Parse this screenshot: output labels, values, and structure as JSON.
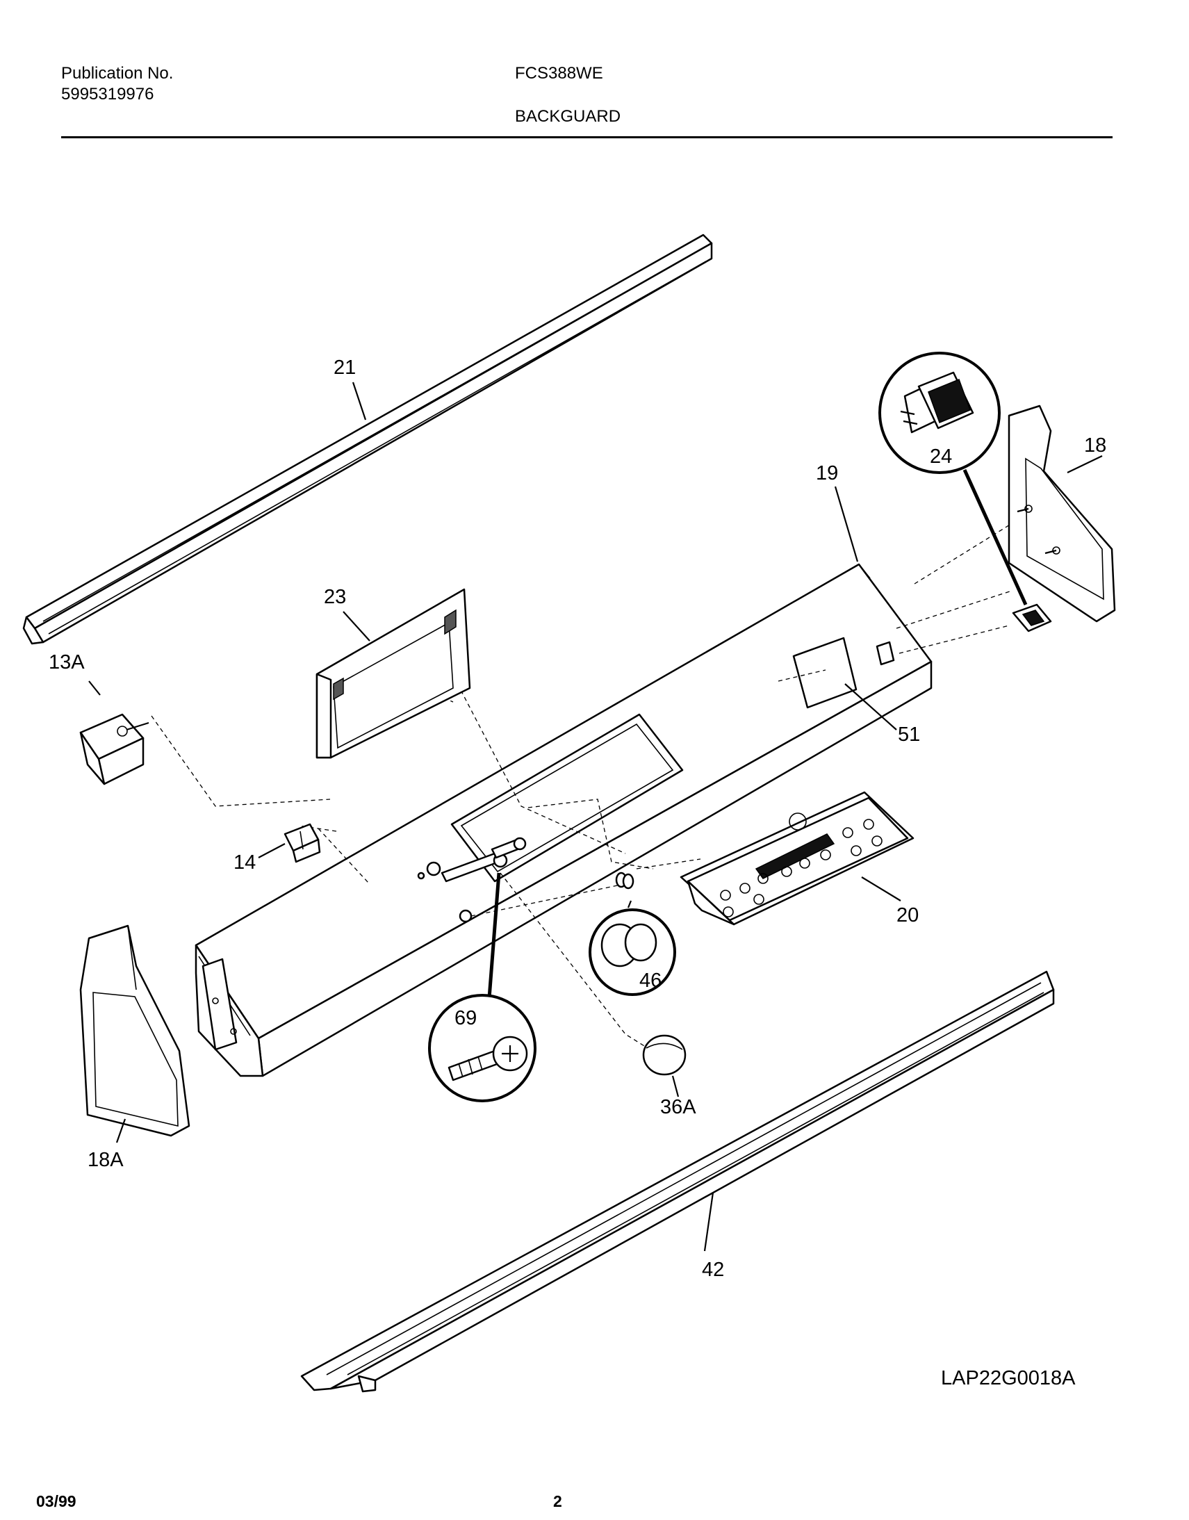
{
  "header": {
    "publication_label": "Publication No.",
    "publication_number": "5995319976",
    "model": "FCS388WE",
    "section": "BACKGUARD"
  },
  "diagram": {
    "callouts": [
      {
        "id": "c21",
        "label": "21"
      },
      {
        "id": "c18",
        "label": "18"
      },
      {
        "id": "c24",
        "label": "24"
      },
      {
        "id": "c19",
        "label": "19"
      },
      {
        "id": "c23",
        "label": "23"
      },
      {
        "id": "c13a",
        "label": "13A"
      },
      {
        "id": "c51",
        "label": "51"
      },
      {
        "id": "c14",
        "label": "14"
      },
      {
        "id": "c20",
        "label": "20"
      },
      {
        "id": "c46",
        "label": "46"
      },
      {
        "id": "c69",
        "label": "69"
      },
      {
        "id": "c36a",
        "label": "36A"
      },
      {
        "id": "c18a",
        "label": "18A"
      },
      {
        "id": "c42",
        "label": "42"
      }
    ],
    "drawing_code": "LAP22G0018A"
  },
  "footer": {
    "date": "03/99",
    "page": "2"
  }
}
